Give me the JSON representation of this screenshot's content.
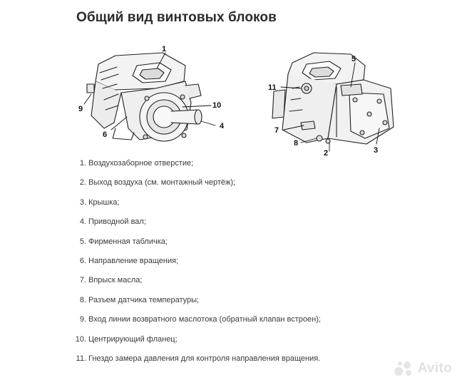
{
  "title": "Общий вид винтовых блоков",
  "figure": {
    "left_callouts": [
      "1",
      "10",
      "4",
      "6",
      "9"
    ],
    "right_callouts": [
      "5",
      "11",
      "7",
      "8",
      "2",
      "3"
    ]
  },
  "items": [
    {
      "num": "1.",
      "text": "Воздухозаборное отверстие;"
    },
    {
      "num": "2.",
      "text": "Выход воздуха (см. монтажный чертёж);"
    },
    {
      "num": "3.",
      "text": "Крышка;"
    },
    {
      "num": "4.",
      "text": "Приводной вал;"
    },
    {
      "num": "5.",
      "text": "Фирменная табличка;"
    },
    {
      "num": "6.",
      "text": "Направление вращения;"
    },
    {
      "num": "7.",
      "text": "Впрыск масла;"
    },
    {
      "num": "8.",
      "text": "Разъем датчика температуры;"
    },
    {
      "num": "9.",
      "text": "Вход линии возвратного маслотока (обратный клапан встроен);"
    },
    {
      "num": "10.",
      "text": "Центрирующий фланец;"
    },
    {
      "num": "11.",
      "text": "Гнездо замера давления для контроля направления вращения."
    }
  ],
  "watermark": {
    "text": "Avito",
    "icon": "avito-logo-icon"
  }
}
